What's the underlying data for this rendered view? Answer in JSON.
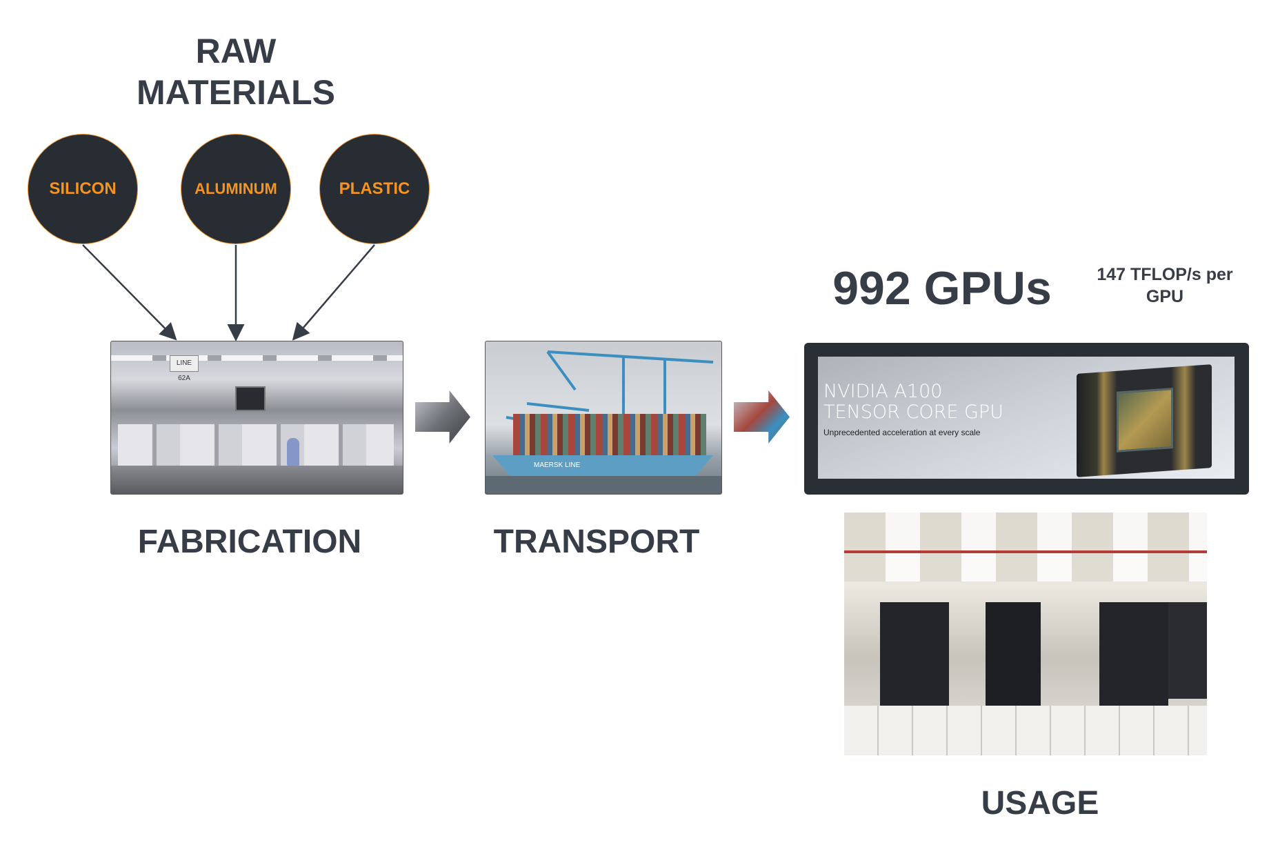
{
  "raw_materials": {
    "title_line1": "RAW",
    "title_line2": "MATERIALS",
    "items": [
      {
        "label": "SILICON"
      },
      {
        "label": "ALUMINUM"
      },
      {
        "label": "PLASTIC"
      }
    ]
  },
  "stages": {
    "fabrication": {
      "label": "FABRICATION",
      "photo_sign": "LINE 62A"
    },
    "transport": {
      "label": "TRANSPORT",
      "photo_hull_text": "MAERSK LINE"
    },
    "usage": {
      "label": "USAGE"
    }
  },
  "gpu": {
    "count_label": "992 GPUs",
    "perf_label": "147 TFLOP/s per GPU",
    "banner_title_line1": "NVIDIA A100",
    "banner_title_line2": "TENSOR CORE GPU",
    "banner_subtitle": "Unprecedented acceleration at every scale"
  },
  "colors": {
    "dark": "#282c33",
    "accent": "#f7941d",
    "text": "#373d47"
  }
}
